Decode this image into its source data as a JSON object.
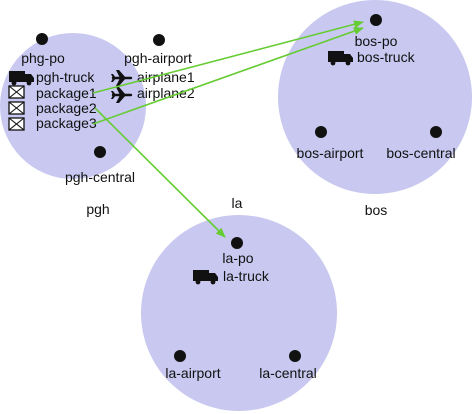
{
  "colors": {
    "city_fill": "#c8c8f0",
    "arrow": "#66cc33",
    "ink": "#111111"
  },
  "cities": [
    {
      "name": "pgh",
      "locations": [
        {
          "name": "phg-po"
        },
        {
          "name": "pgh-airport"
        },
        {
          "name": "pgh-central"
        }
      ],
      "objects": [
        {
          "name": "pgh-truck",
          "icon": "truck-icon"
        },
        {
          "name": "airplane1",
          "icon": "airplane-icon"
        },
        {
          "name": "airplane2",
          "icon": "airplane-icon"
        },
        {
          "name": "package1",
          "icon": "package-icon"
        },
        {
          "name": "package2",
          "icon": "package-icon"
        },
        {
          "name": "package3",
          "icon": "package-icon"
        }
      ]
    },
    {
      "name": "bos",
      "locations": [
        {
          "name": "bos-po"
        },
        {
          "name": "bos-airport"
        },
        {
          "name": "bos-central"
        }
      ],
      "objects": [
        {
          "name": "bos-truck",
          "icon": "truck-icon"
        }
      ]
    },
    {
      "name": "la",
      "locations": [
        {
          "name": "la-po"
        },
        {
          "name": "la-airport"
        },
        {
          "name": "la-central"
        }
      ],
      "objects": [
        {
          "name": "la-truck",
          "icon": "truck-icon"
        }
      ]
    }
  ],
  "arrows": [
    {
      "from": "package1",
      "to": "bos-po"
    },
    {
      "from": "package3",
      "to": "bos-po"
    },
    {
      "from": "package2",
      "to": "la-po"
    }
  ]
}
